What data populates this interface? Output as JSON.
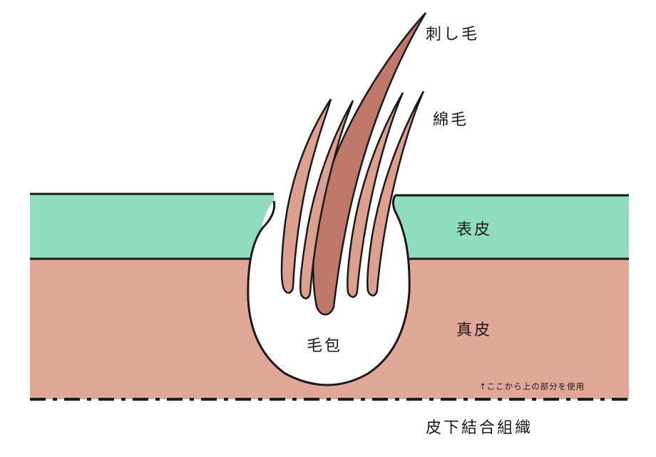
{
  "labels": {
    "bristle": "刺し毛",
    "down_hair": "綿毛",
    "epidermis": "表皮",
    "dermis": "真皮",
    "follicle": "毛包",
    "usage_note": "↑ここから上の部分を使用",
    "subcutaneous": "皮下結合組織"
  },
  "colors": {
    "epidermis": "#8fdcc0",
    "dermis": "#e1a796",
    "follicle": "#ffffff",
    "bristle_hair": "#c0786a",
    "down_hair": "#dba090",
    "outline": "#1a1a1a"
  }
}
